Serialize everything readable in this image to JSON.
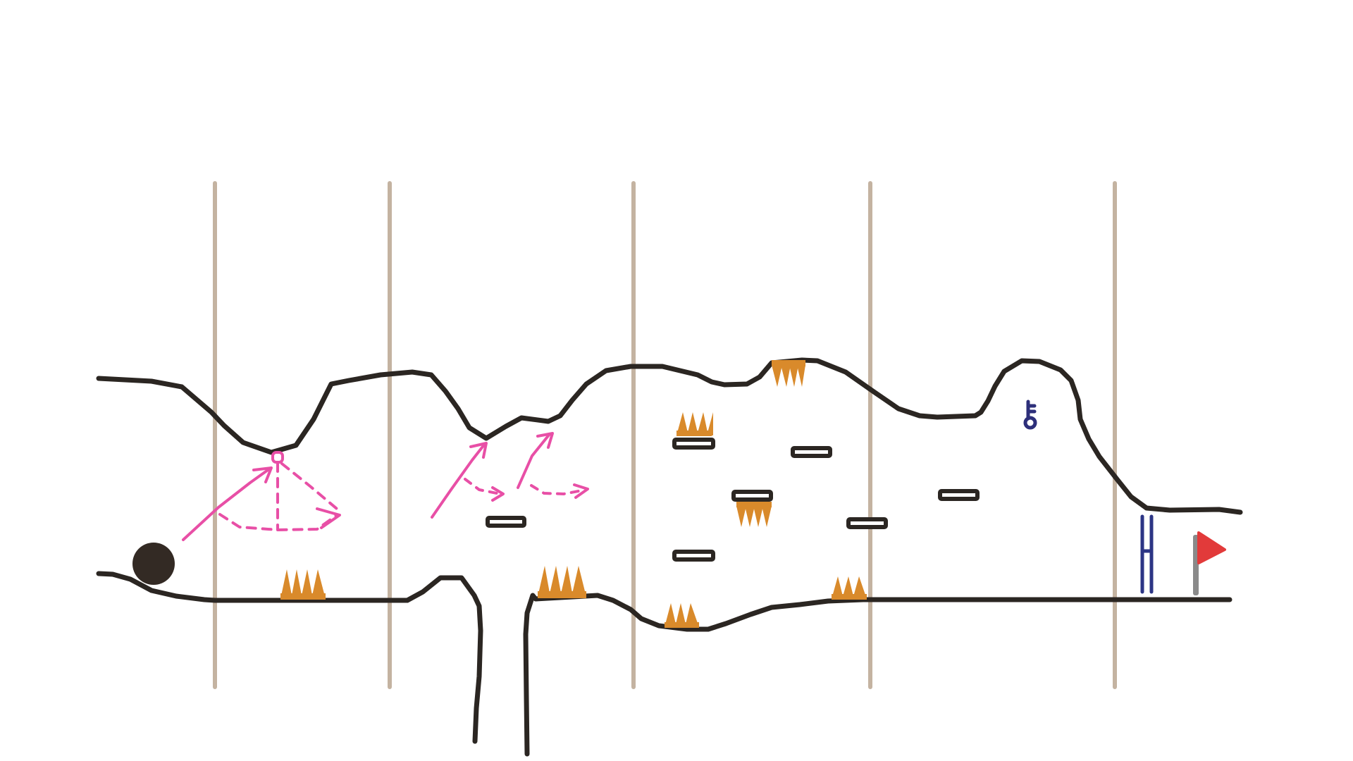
{
  "level": {
    "section_divider_count": 5,
    "hazard_type": "spikes",
    "collectible": "key-icon",
    "gate": "locked-gate",
    "goal": "goal-flag",
    "player": "player-ball",
    "annotation": "jump-trajectory-arrows"
  },
  "colors": {
    "background": "#ffffff",
    "terrain_stroke": "#2b2622",
    "divider": "#c4b3a1",
    "spike_fill": "#d98a2b",
    "spike_base": "#e09a3c",
    "trajectory": "#e84fa6",
    "key": "#2d2f7a",
    "gate": "#2c3585",
    "flag": "#e23a3a",
    "flag_pole": "#8a8a8a",
    "player": "#332a24"
  }
}
